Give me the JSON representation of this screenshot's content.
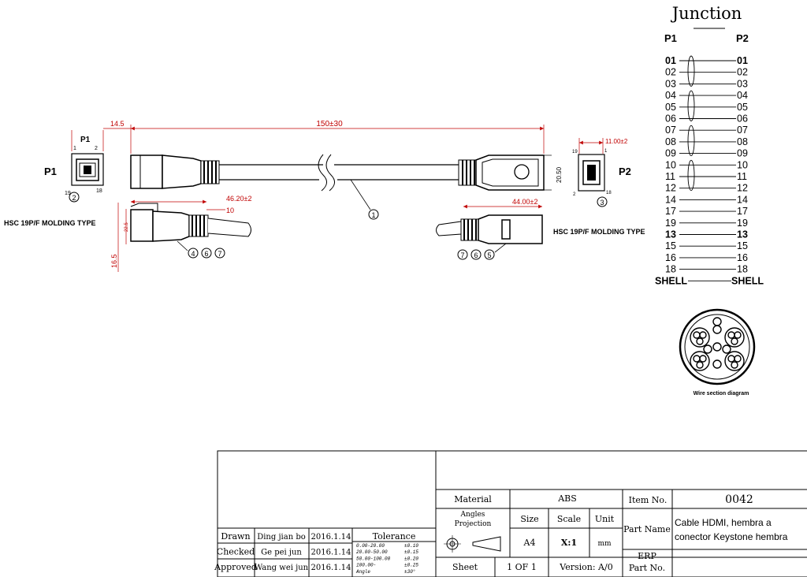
{
  "drawing": {
    "left_plug": {
      "label": "P1",
      "top_label": "P1",
      "pin_top_left": "1",
      "pin_top_right": "2",
      "pin_bottom_left": "19",
      "pin_bottom_right": "18",
      "callout": "2",
      "molding": "HSC 19P/F MOLDING TYPE",
      "callouts_side": [
        "4",
        "6",
        "7"
      ]
    },
    "right_plug": {
      "label": "P2",
      "pin_top_left": "19",
      "pin_top_right": "1",
      "pin_bottom_left": "2",
      "pin_bottom_right": "18",
      "callout": "3",
      "molding": "HSC 19P/F MOLDING TYPE",
      "callouts_side": [
        "7",
        "6",
        "5"
      ]
    },
    "cable_callout": "1",
    "dimensions": {
      "offset_p1": "14.5",
      "overall_length": "150±30",
      "p2_width": "11.00±2",
      "p2_height": "20.50",
      "p1_side_length": "46.20±2",
      "p1_side_offset": "10",
      "p1_side_height": "16.5",
      "p1_side_small": "22.5",
      "p2_side_length": "44.00±2"
    }
  },
  "junction": {
    "title": "Junction",
    "col_left": "P1",
    "col_right": "P2",
    "rows": [
      {
        "left": "01",
        "right": "01",
        "bold": true
      },
      {
        "left": "02",
        "right": "02",
        "bold": false
      },
      {
        "left": "03",
        "right": "03",
        "bold": false
      },
      {
        "left": "04",
        "right": "04",
        "bold": false
      },
      {
        "left": "05",
        "right": "05",
        "bold": false
      },
      {
        "left": "06",
        "right": "06",
        "bold": false
      },
      {
        "left": "07",
        "right": "07",
        "bold": false
      },
      {
        "left": "08",
        "right": "08",
        "bold": false
      },
      {
        "left": "09",
        "right": "09",
        "bold": false
      },
      {
        "left": "10",
        "right": "10",
        "bold": false
      },
      {
        "left": "11",
        "right": "11",
        "bold": false
      },
      {
        "left": "12",
        "right": "12",
        "bold": false
      },
      {
        "left": "14",
        "right": "14",
        "bold": false
      },
      {
        "left": "17",
        "right": "17",
        "bold": false
      },
      {
        "left": "19",
        "right": "19",
        "bold": false
      },
      {
        "left": "13",
        "right": "13",
        "bold": true
      },
      {
        "left": "15",
        "right": "15",
        "bold": false
      },
      {
        "left": "16",
        "right": "16",
        "bold": false
      },
      {
        "left": "18",
        "right": "18",
        "bold": false
      },
      {
        "left": "SHELL",
        "right": "SHELL",
        "bold": true
      }
    ]
  },
  "wire_section": {
    "caption": "Wire section diagram"
  },
  "title_block": {
    "material_label": "Material",
    "material_value": "ABS",
    "item_no_label": "Item No.",
    "item_no_value": "0042",
    "angles_label_1": "Angles",
    "angles_label_2": "Projection",
    "size_label": "Size",
    "size_value": "A4",
    "scale_label": "Scale",
    "scale_value": "X:1",
    "unit_label": "Unit",
    "unit_value": "mm",
    "part_name_label": "Part Name",
    "part_name_line1": "Cable HDMI, hembra a",
    "part_name_line2": "conector Keystone hembra",
    "erp_label_1": "ERP",
    "erp_label_2": "Part No.",
    "sheet_label": "Sheet",
    "sheet_value": "1 OF 1",
    "version_label": "Version: A/0",
    "tolerance_label": "Tolerance",
    "tolerance_rows": [
      {
        "range": "0.00-20.00",
        "value": "±0.10"
      },
      {
        "range": "20.00-50.00",
        "value": "±0.15"
      },
      {
        "range": "50.00-100.00",
        "value": "±0.20"
      },
      {
        "range": "100.00-",
        "value": "±0.25"
      },
      {
        "range": "Angle",
        "value": "±30°"
      }
    ],
    "signoffs": [
      {
        "role": "Drawn",
        "name": "Ding jian bo",
        "date": "2016.1.14"
      },
      {
        "role": "Checked",
        "name": "Ge pei jun",
        "date": "2016.1.14"
      },
      {
        "role": "Approved",
        "name": "Wang wei jun",
        "date": "2016.1.14"
      }
    ]
  }
}
